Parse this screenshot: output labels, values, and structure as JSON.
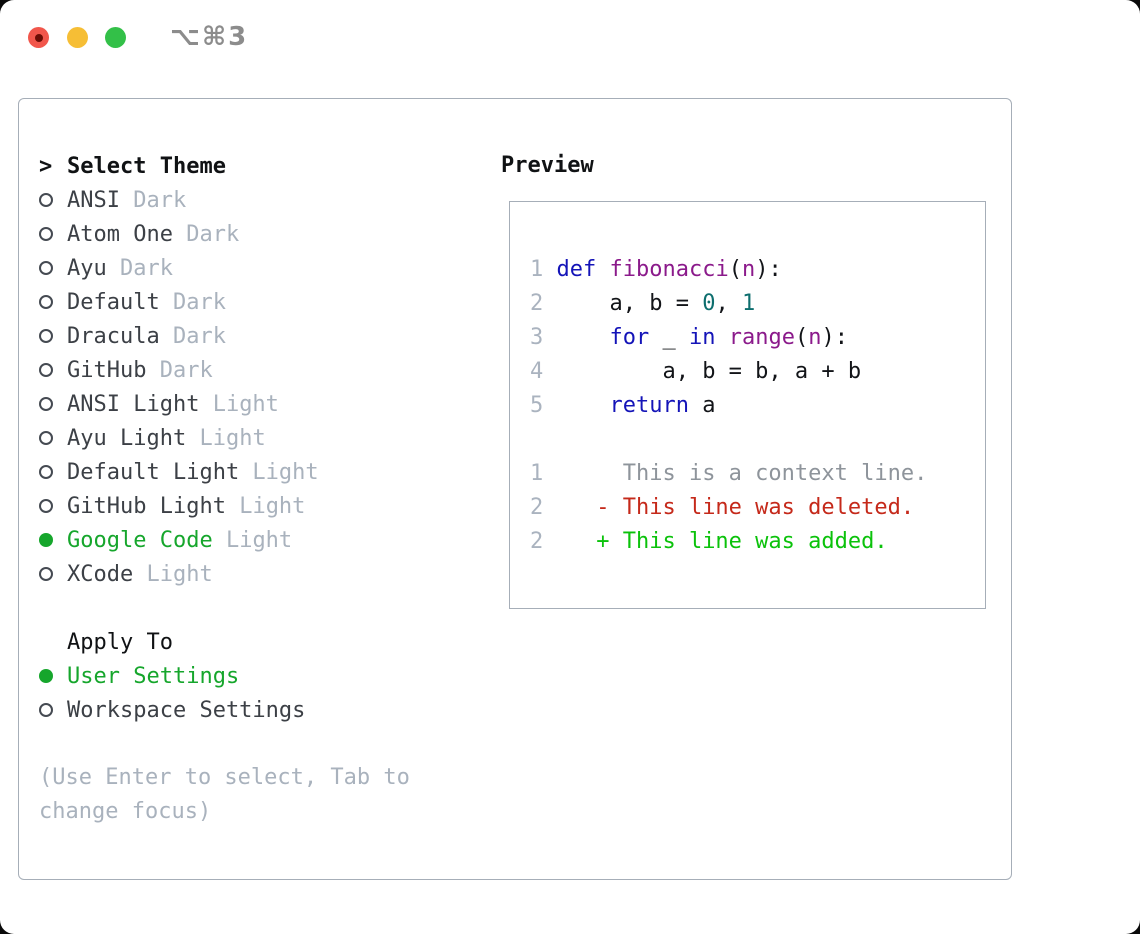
{
  "window": {
    "title": "⌥⌘3"
  },
  "colors": {
    "traffic_red": "#f1564b",
    "traffic_red_dot": "#6b0d05",
    "traffic_yellow": "#f6be35",
    "traffic_green": "#33c048",
    "title_gray": "#8c8c8c",
    "border_gray": "#a6aeb8",
    "text_dark": "#3c4046",
    "muted_gray": "#a9b2bd",
    "selection_green": "#16a62c",
    "lineno_gray": "#aab3bf",
    "code_keyword": "#1414b8",
    "code_func": "#8b1a8b",
    "code_number": "#0d6e6e",
    "code_plain": "#121418",
    "diff_context": "#8e949b",
    "diff_deleted": "#c5291a",
    "diff_added": "#0bc20b"
  },
  "icons": {
    "radio_unselected": "○",
    "radio_selected": "●",
    "focus_caret": ">"
  },
  "left": {
    "header": {
      "prefix": ">",
      "label": "Select Theme"
    },
    "themes": [
      {
        "name": "ANSI",
        "variant": "Dark",
        "selected": false
      },
      {
        "name": "Atom One",
        "variant": "Dark",
        "selected": false
      },
      {
        "name": "Ayu",
        "variant": "Dark",
        "selected": false
      },
      {
        "name": "Default",
        "variant": "Dark",
        "selected": false
      },
      {
        "name": "Dracula",
        "variant": "Dark",
        "selected": false
      },
      {
        "name": "GitHub",
        "variant": "Dark",
        "selected": false
      },
      {
        "name": "ANSI Light",
        "variant": "Light",
        "selected": false
      },
      {
        "name": "Ayu Light",
        "variant": "Light",
        "selected": false
      },
      {
        "name": "Default Light",
        "variant": "Light",
        "selected": false
      },
      {
        "name": "GitHub Light",
        "variant": "Light",
        "selected": false
      },
      {
        "name": "Google Code",
        "variant": "Light",
        "selected": true
      },
      {
        "name": "XCode",
        "variant": "Light",
        "selected": false
      }
    ],
    "apply_to": {
      "label": "Apply To",
      "options": [
        {
          "name": "User Settings",
          "selected": true
        },
        {
          "name": "Workspace Settings",
          "selected": false
        }
      ]
    },
    "hint_lines": [
      "(Use Enter to select, Tab to",
      "change focus)"
    ]
  },
  "preview": {
    "header": "Preview",
    "lines": [
      [
        {
          "t": "1",
          "c": "ln"
        },
        {
          "t": " ",
          "c": "pl"
        },
        {
          "t": "def",
          "c": "kw"
        },
        {
          "t": " ",
          "c": "pl"
        },
        {
          "t": "fibonacci",
          "c": "fn"
        },
        {
          "t": "(",
          "c": "pl"
        },
        {
          "t": "n",
          "c": "fn"
        },
        {
          "t": "):",
          "c": "pl"
        }
      ],
      [
        {
          "t": "2",
          "c": "ln"
        },
        {
          "t": "     a, b = ",
          "c": "pl"
        },
        {
          "t": "0",
          "c": "num"
        },
        {
          "t": ", ",
          "c": "pl"
        },
        {
          "t": "1",
          "c": "num"
        }
      ],
      [
        {
          "t": "3",
          "c": "ln"
        },
        {
          "t": "     ",
          "c": "pl"
        },
        {
          "t": "for",
          "c": "kw"
        },
        {
          "t": " _ ",
          "c": "pl"
        },
        {
          "t": "in",
          "c": "kw"
        },
        {
          "t": " ",
          "c": "pl"
        },
        {
          "t": "range",
          "c": "fn"
        },
        {
          "t": "(",
          "c": "pl"
        },
        {
          "t": "n",
          "c": "fn"
        },
        {
          "t": "):",
          "c": "pl"
        }
      ],
      [
        {
          "t": "4",
          "c": "ln"
        },
        {
          "t": "         a, b = b, a + b",
          "c": "pl"
        }
      ],
      [
        {
          "t": "5",
          "c": "ln"
        },
        {
          "t": "     ",
          "c": "pl"
        },
        {
          "t": "return",
          "c": "kw"
        },
        {
          "t": " a",
          "c": "pl"
        }
      ],
      [],
      [
        {
          "t": "1",
          "c": "ln"
        },
        {
          "t": "      This is a context line.",
          "c": "ctx"
        }
      ],
      [
        {
          "t": "2",
          "c": "ln"
        },
        {
          "t": "    - This line was deleted.",
          "c": "del"
        }
      ],
      [
        {
          "t": "2",
          "c": "ln"
        },
        {
          "t": "    + This line was added.",
          "c": "add"
        }
      ]
    ]
  }
}
